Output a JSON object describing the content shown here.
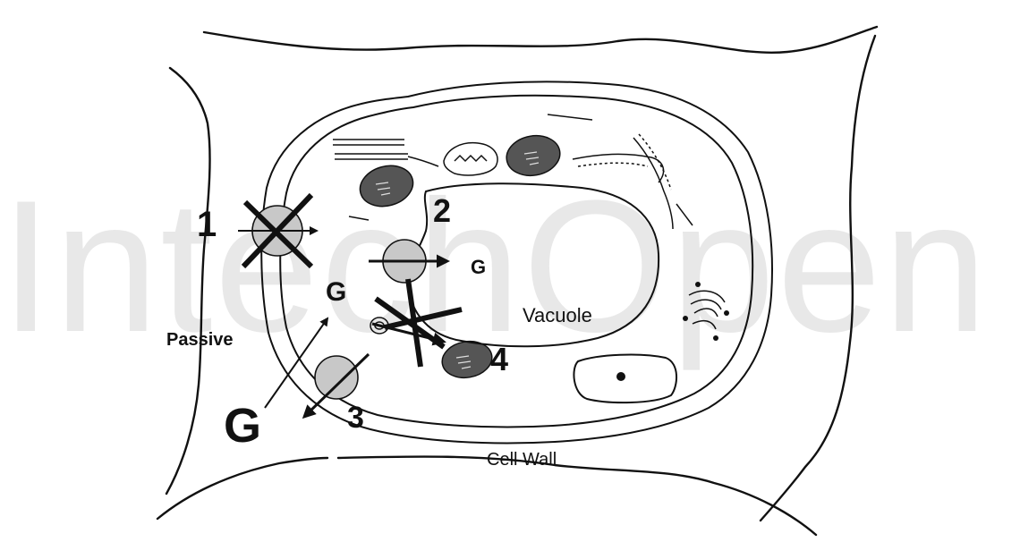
{
  "watermark": {
    "text": "IntechOpen"
  },
  "labels": {
    "transporter_1": "1",
    "transporter_2": "2",
    "transporter_3": "3",
    "transporter_4": "4",
    "g_vacuole": "G",
    "g_cytoplasm": "G",
    "g_outside": "G",
    "passive": "Passive",
    "vacuole": "Vacuole",
    "cell_wall": "Cell Wall"
  },
  "colors": {
    "line": "#111111",
    "transporter_fill": "#c8c8c8",
    "organelle_fill": "#555555",
    "watermark": "#d6d6d6"
  }
}
